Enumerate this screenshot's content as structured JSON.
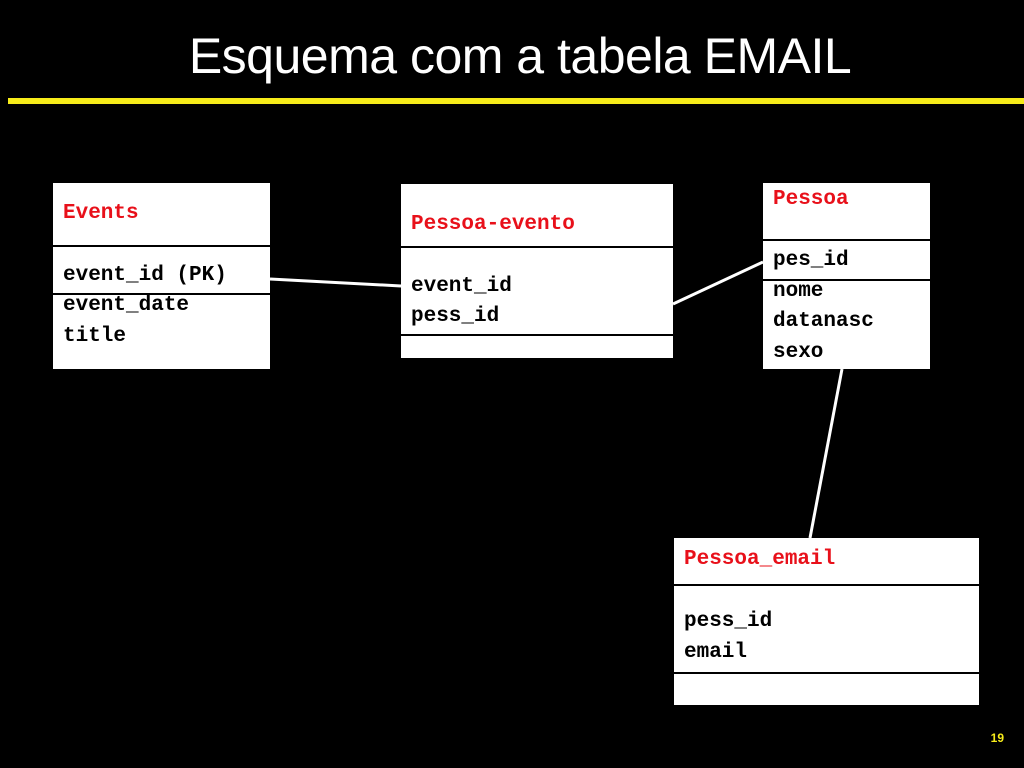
{
  "slide": {
    "title": "Esquema com a tabela EMAIL",
    "page_number": "19"
  },
  "colors": {
    "background": "#000000",
    "title_rule": "#f7ec1a",
    "entity_name": "#e8101a",
    "entity_box": "#ffffff",
    "connector": "#ffffff"
  },
  "entities": {
    "events": {
      "name": "Events",
      "attributes": [
        "event_id (PK)",
        "event_date",
        "title"
      ]
    },
    "pessoa_evento": {
      "name": "Pessoa-evento",
      "attributes": [
        "event_id",
        "pess_id"
      ]
    },
    "pessoa": {
      "name": "Pessoa",
      "attributes": [
        "pes_id",
        "nome",
        "datanasc",
        "sexo"
      ]
    },
    "pessoa_email": {
      "name": "Pessoa_email",
      "attributes": [
        "pess_id",
        "email"
      ]
    }
  },
  "relationships": [
    {
      "from": "Events",
      "to": "Pessoa-evento"
    },
    {
      "from": "Pessoa-evento",
      "to": "Pessoa"
    },
    {
      "from": "Pessoa",
      "to": "Pessoa_email"
    }
  ]
}
